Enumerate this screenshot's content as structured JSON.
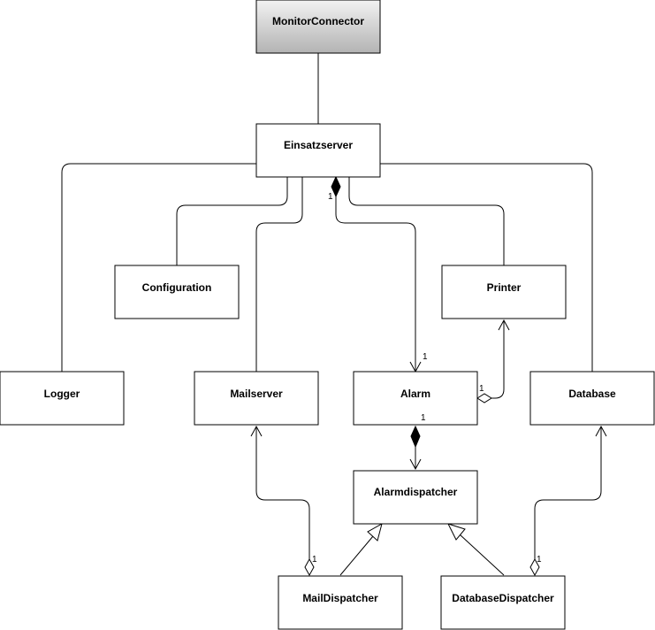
{
  "classes": {
    "monitor_connector": "MonitorConnector",
    "einsatzserver": "Einsatzserver",
    "configuration": "Configuration",
    "printer": "Printer",
    "logger": "Logger",
    "mailserver": "Mailserver",
    "alarm": "Alarm",
    "database": "Database",
    "alarmdispatcher": "Alarmdispatcher",
    "mail_dispatcher": "MailDispatcher",
    "database_dispatcher": "DatabaseDispatcher"
  },
  "multiplicities": {
    "einsatzserver_alarm_source": "1",
    "einsatzserver_alarm_target": "1",
    "alarm_printer": "1",
    "alarm_alarmdispatcher": "1",
    "mail_dispatcher_mailserver": "1",
    "database_dispatcher_database": "1"
  },
  "colors": {
    "monitor_connector_gradient_top": "#f2f2f2",
    "monitor_connector_gradient_bottom": "#b3b3b3"
  }
}
